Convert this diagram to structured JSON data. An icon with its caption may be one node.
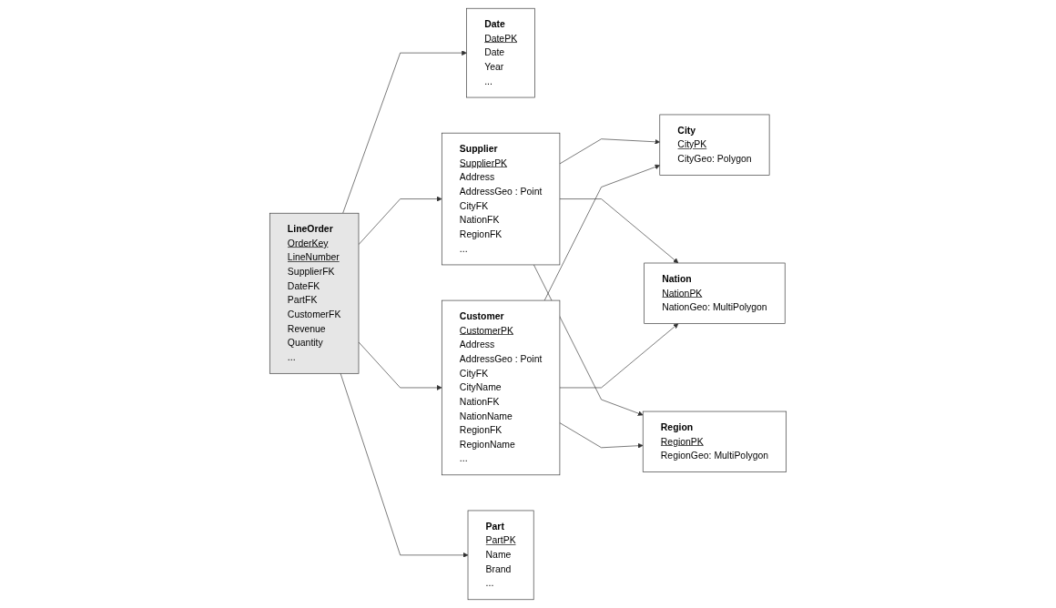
{
  "diagram": {
    "nodes": [
      {
        "text": [
          "Date",
          "DatePK",
          "Date",
          "Year",
          "..."
        ]
      },
      {
        "text": [
          "LineOrder",
          "OrderKey",
          "LineNumber",
          "SupplierFK",
          "DateFK",
          "PartFK",
          "CustomerFK",
          "Revenue",
          "Quantity",
          "..."
        ]
      },
      {
        "text": [
          "Supplier",
          "SupplierPK",
          "Address",
          "AddressGeo : Point",
          "CityFK",
          "NationFK",
          "RegionFK",
          "..."
        ]
      },
      {
        "text": [
          "City",
          "CityPK",
          "CityGeo: Polygon"
        ]
      },
      {
        "text": [
          "Customer",
          "CustomerPK",
          "Address",
          "AddressGeo : Point",
          "CityFK",
          "CityName",
          "NationFK",
          "NationName",
          "RegionFK",
          "RegionName",
          "..."
        ]
      },
      {
        "text": [
          "Nation",
          "NationPK",
          "NationGeo: MultiPolygon"
        ]
      },
      {
        "text": [
          "Part",
          "PartPK",
          "Name",
          "Brand",
          "..."
        ]
      },
      {
        "text": [
          "Region",
          "RegionPK",
          "RegionGeo: MultiPolygon"
        ]
      }
    ],
    "edges": [
      {
        "from": 1,
        "to": 0,
        "arrow": "to"
      },
      {
        "from": 1,
        "to": 6,
        "arrow": "to"
      },
      {
        "from": 1,
        "to": 2,
        "arrow": "to"
      },
      {
        "from": 1,
        "to": 4,
        "arrow": "to"
      },
      {
        "from": 2,
        "to": 3,
        "arrow": "to"
      },
      {
        "from": 2,
        "to": 5,
        "arrow": "to"
      },
      {
        "from": 2,
        "to": 7,
        "arrow": "to"
      },
      {
        "from": 4,
        "to": 3,
        "arrow": "to"
      },
      {
        "from": 4,
        "to": 5,
        "arrow": "to"
      },
      {
        "from": 4,
        "to": 7,
        "arrow": "to"
      }
    ]
  }
}
